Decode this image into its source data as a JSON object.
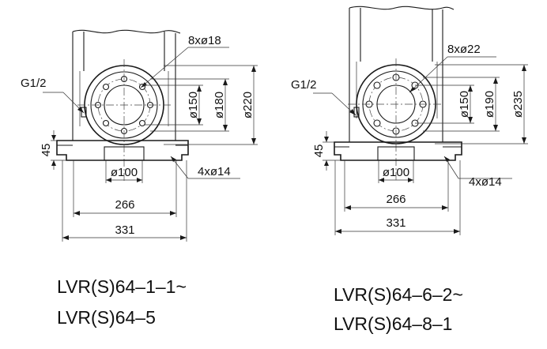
{
  "diagrams": [
    {
      "thread_label": "G1/2",
      "bolt_holes": "8xø18",
      "dia_inner": "ø150",
      "dia_pitch": "ø180",
      "dia_outer": "ø220",
      "height": "45",
      "port_dia": "ø100",
      "base_holes": "4xø14",
      "width_inner": "266",
      "width_outer": "331",
      "model_line1": "LVR(S)64–1–1~",
      "model_line2": "LVR(S)64–5"
    },
    {
      "thread_label": "G1/2",
      "bolt_holes": "8xø22",
      "dia_inner": "ø150",
      "dia_pitch": "ø190",
      "dia_outer": "ø235",
      "height": "45",
      "port_dia": "ø100",
      "base_holes": "4xø14",
      "width_inner": "266",
      "width_outer": "331",
      "model_line1": "LVR(S)64–6–2~",
      "model_line2": "LVR(S)64–8–1"
    }
  ],
  "colors": {
    "line": "#1a1a1a",
    "background": "#ffffff"
  }
}
